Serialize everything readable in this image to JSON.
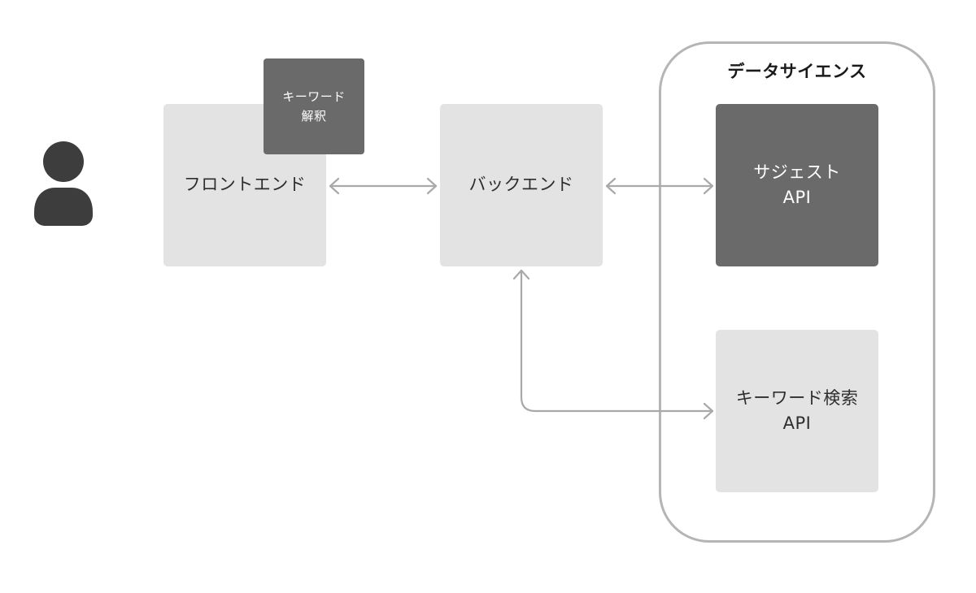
{
  "nodes": {
    "frontend": "フロントエンド",
    "backend": "バックエンド",
    "suggest_api": "サジェスト\nAPI",
    "keyword_search_api": "キーワード検索\nAPI",
    "keyword_parse_tag": "キーワード\n解釈"
  },
  "groups": {
    "data_science": "データサイエンス"
  },
  "icons": {
    "user": "user-icon"
  },
  "edges": [
    {
      "from": "frontend",
      "to": "backend",
      "direction": "both"
    },
    {
      "from": "backend",
      "to": "suggest_api",
      "direction": "both"
    },
    {
      "from": "backend",
      "to": "keyword_search_api",
      "direction": "both"
    }
  ],
  "colors": {
    "light_box": "#e3e3e3",
    "dark_box": "#6a6a6a",
    "arrow": "#a9a9a9",
    "group_border": "#b5b5b5",
    "user_icon": "#3d3d3d"
  }
}
